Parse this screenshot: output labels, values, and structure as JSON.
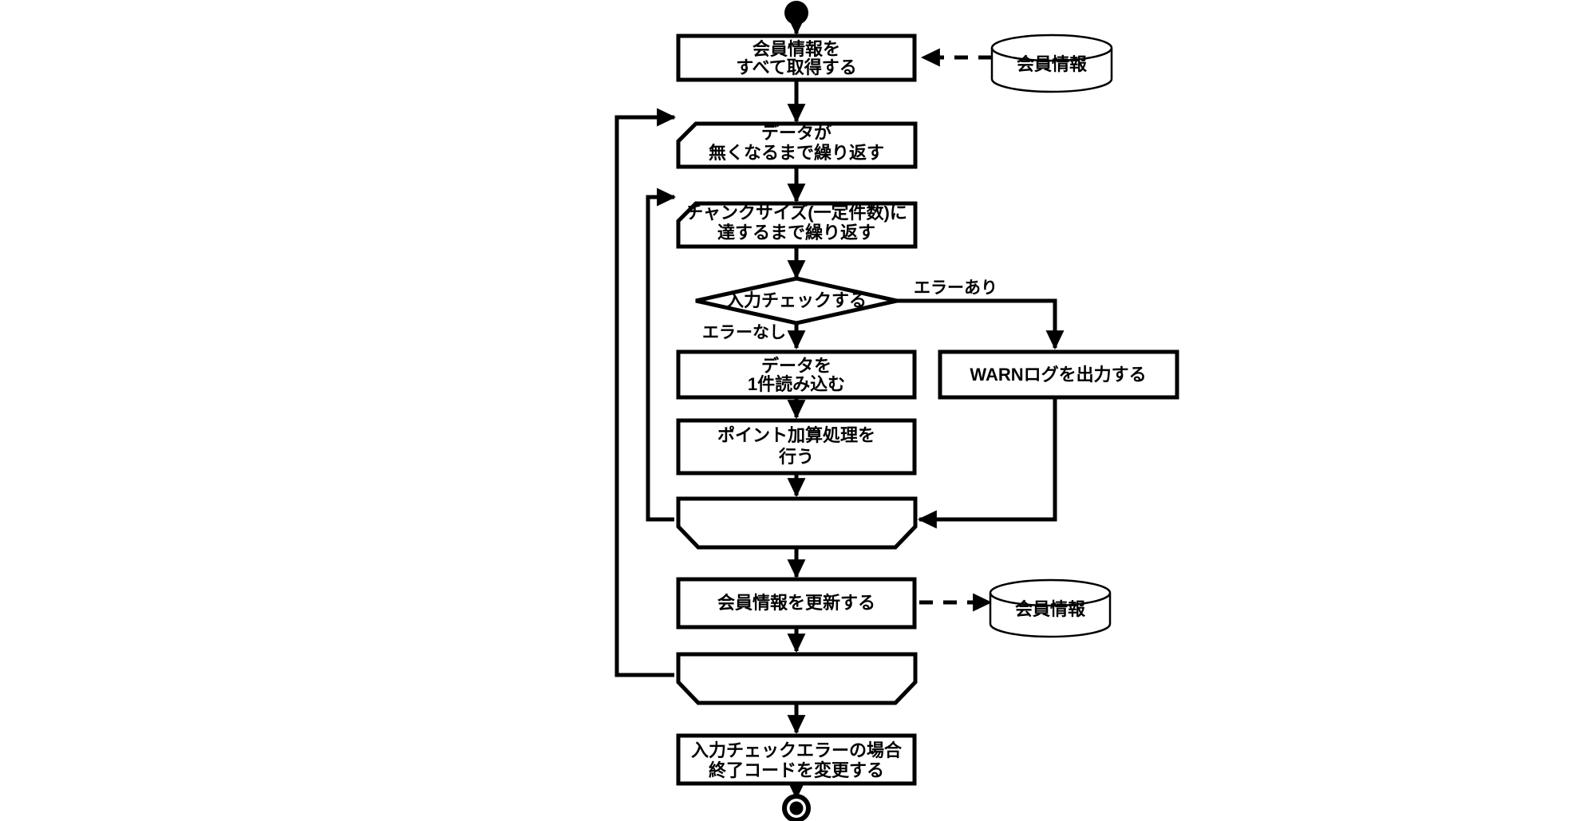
{
  "diagram": {
    "type": "uml-activity-flowchart",
    "title": "",
    "background_color": "#ffffff",
    "stroke_color": "#000000",
    "nodes": {
      "start": {
        "kind": "initial-node",
        "label": ""
      },
      "fetch_members": {
        "kind": "action",
        "line1": "会員情報を",
        "line2": "すべて取得する"
      },
      "loop_data_start": {
        "kind": "loop-start",
        "line1": "データが",
        "line2": "無くなるまで繰り返す"
      },
      "loop_chunk_start": {
        "kind": "loop-start",
        "line1": "チャンクサイズ(一定件数)に",
        "line2": "達するまで繰り返す"
      },
      "input_check": {
        "kind": "decision",
        "label": "入力チェックする"
      },
      "read_one": {
        "kind": "action",
        "line1": "データを",
        "line2": "1件読み込む"
      },
      "add_points": {
        "kind": "action",
        "line1": "ポイント加算処理を",
        "line2": "行う"
      },
      "warn_log": {
        "kind": "action",
        "line1": "WARNログを出力する",
        "line2": ""
      },
      "loop_chunk_end": {
        "kind": "loop-end",
        "label": ""
      },
      "update_members": {
        "kind": "action",
        "line1": "会員情報を更新する",
        "line2": ""
      },
      "loop_data_end": {
        "kind": "loop-end",
        "label": ""
      },
      "exit_code": {
        "kind": "action",
        "line1": "入力チェックエラーの場合",
        "line2": "終了コードを変更する"
      },
      "end": {
        "kind": "final-node",
        "label": ""
      }
    },
    "datastores": [
      {
        "id": "db_members_read",
        "label": "会員情報"
      },
      {
        "id": "db_members_write",
        "label": "会員情報"
      }
    ],
    "edge_labels": {
      "error_yes": "エラーあり",
      "error_no": "エラーなし"
    }
  }
}
